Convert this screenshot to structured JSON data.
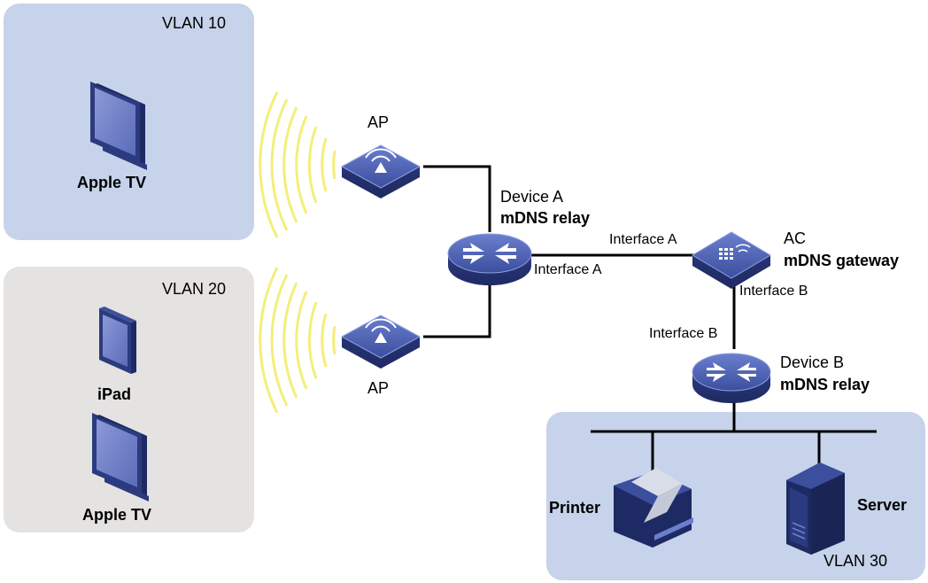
{
  "regions": {
    "vlan10": "VLAN 10",
    "vlan20": "VLAN 20",
    "vlan30": "VLAN 30"
  },
  "devices": {
    "apple_tv_1": "Apple TV",
    "ipad": "iPad",
    "apple_tv_2": "Apple TV",
    "ap_top": "AP",
    "ap_bottom": "AP",
    "device_a_name": "Device A",
    "device_a_role": "mDNS relay",
    "ac_name": "AC",
    "ac_role": "mDNS gateway",
    "device_b_name": "Device B",
    "device_b_role": "mDNS relay",
    "printer": "Printer",
    "server": "Server"
  },
  "interfaces": {
    "devA_iface": "Interface A",
    "ac_iface_a": "Interface A",
    "ac_iface_b": "Interface B",
    "devB_iface": "Interface B"
  },
  "colors": {
    "vlan_blue": "#c6d3ea",
    "vlan_gray": "#e4e3e1",
    "device_blue": "#3f51a3",
    "wifi_yellow": "#f3ef7a"
  }
}
